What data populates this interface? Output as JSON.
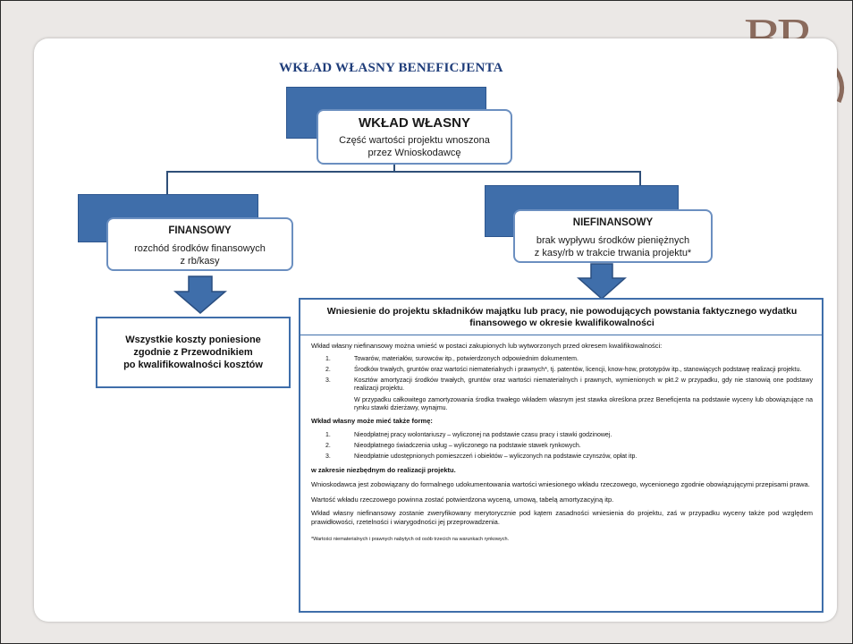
{
  "logo": {
    "letters": "BR"
  },
  "diagram": {
    "title": "WKŁAD WŁASNY BENEFICJENTA",
    "root": {
      "heading": "WKŁAD WŁASNY",
      "sub_line1": "Część wartości projektu wnoszona",
      "sub_line2": "przez Wnioskodawcę"
    },
    "left": {
      "heading": "FINANSOWY",
      "sub_line1": "rozchód środków finansowych",
      "sub_line2": "z rb/kasy"
    },
    "right": {
      "heading": "NIEFINANSOWY",
      "sub_line1": "brak wypływu środków pieniężnych",
      "sub_line2": "z kasy/rb w trakcie trwania projektu*"
    },
    "left_result": {
      "line1": "Wszystkie koszty poniesione",
      "line2": "zgodnie z Przewodnikiem",
      "line3": "po kwalifikowalności kosztów"
    },
    "right_result": {
      "heading": "Wniesienie do projektu składników majątku lub pracy, nie powodujących powstania faktycznego wydatku finansowego w okresie kwalifikowalności",
      "intro": "Wkład własny niefinansowy można wnieść w postaci zakupionych lub wytworzonych przed okresem kwalifikowalności:",
      "list1": [
        {
          "num": "1.",
          "text": "Towarów, materiałów, surowców itp., potwierdzonych odpowiednim dokumentem."
        },
        {
          "num": "2.",
          "text": "Środków trwałych, gruntów oraz wartości niematerialnych i prawnych*, tj. patentów, licencji, know-how, prototypów itp., stanowiących podstawę realizacji projektu."
        },
        {
          "num": "3.",
          "text": "Kosztów amortyzacji środków trwałych, gruntów oraz wartości niematerialnych i prawnych, wymienionych w pkt.2 w przypadku, gdy nie stanowią one podstawy realizacji projektu."
        }
      ],
      "list1_extra": "W przypadku całkowitego zamortyzowania środka trwałego wkładem własnym jest stawka określona przez Beneficjenta na podstawie wyceny lub obowiązujące na rynku stawki dzierżawy, wynajmu.",
      "subheading": "Wkład własny może mieć także formę:",
      "list2": [
        {
          "num": "1.",
          "text": "Nieodpłatnej pracy wolontariuszy – wyliczonej na podstawie czasu pracy i stawki godzinowej."
        },
        {
          "num": "2.",
          "text": "Nieodpłatnego świadczenia usług – wyliczonego na podstawie stawek rynkowych."
        },
        {
          "num": "3.",
          "text": "Nieodpłatnie udostępnionych pomieszczeń i obiektów – wyliczonych na podstawie czynszów, opłat itp."
        }
      ],
      "scope": "w zakresie niezbędnym do realizacji projektu.",
      "para1": "Wnioskodawca jest zobowiązany do formalnego udokumentowania wartości wniesionego wkładu rzeczowego, wycenionego zgodnie obowiązującymi przepisami prawa.",
      "para2": "Wartość wkładu rzeczowego powinna zostać potwierdzona wyceną, umową, tabelą amortyzacyjną itp.",
      "para3": "Wkład własny niefinansowy zostanie zweryfikowany merytorycznie pod kątem zasadności wniesienia do projektu, zaś w przypadku wyceny także pod względem prawidłowości, rzetelności i wiarygodności jej przeprowadzenia.",
      "footnote": "*Wartości niematerialnych i prawnych nabytych od osób trzecich na warunkach rynkowych."
    }
  },
  "colors": {
    "accent": "#3f6eaa",
    "border": "#6b8fc0",
    "title": "#1f3d7a",
    "logo": "#8a6a5c"
  }
}
